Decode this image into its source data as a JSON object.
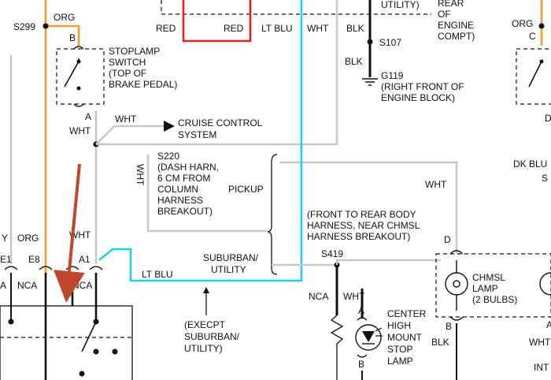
{
  "colors": {
    "orange": "#f39a33",
    "cyan": "#22cfe6",
    "red": "#e02424",
    "gray_wire": "#c8c8c8",
    "arrow": "#c0462c",
    "ink": "#111111"
  },
  "labels": {
    "s299": "S299",
    "org_top": "ORG",
    "pin_b": "B",
    "stoplamp_switch": [
      "STOPLAMP",
      "SWITCH",
      "(TOP OF",
      "BRAKE PEDAL)"
    ],
    "pin_a": "A",
    "wht_a": "WHT",
    "wht_split": "WHT",
    "cruise_control": [
      "CRUISE CONTROL",
      "SYSTEM"
    ],
    "s220": [
      "S220",
      "(DASH HARN,",
      "6 CM FROM",
      "COLUMN",
      "HARNESS",
      "BREAKOUT)"
    ],
    "wht_vertical": "WHT",
    "pickup": "PICKUP",
    "suburban_utility": [
      "SUBURBAN/",
      "UTILITY"
    ],
    "red_left": "RED",
    "red_right": "RED",
    "lt_blu_top": "LT BLU",
    "wht_top": "WHT",
    "blk_top": "BLK",
    "s107": "S107",
    "blk_mid": "BLK",
    "g119": [
      "G119",
      "(RIGHT FRONT OF",
      "ENGINE BLOCK)"
    ],
    "utility_top": "UTILITY)",
    "engine_compt": [
      "REAR",
      "OF",
      "ENGINE",
      "COMPT)"
    ],
    "org_right": "ORG",
    "pin_c": "C",
    "dk_blu": "DK BLU",
    "d_right": "D",
    "wht_right": "WHT",
    "front_to_rear": [
      "(FRONT TO REAR BODY",
      "HARNESS, NEAR CHMSL",
      "HARNESS BREAKOUT)"
    ],
    "s419": "S419",
    "pin_d": "D",
    "chmsl_lamp": [
      "CHMSL",
      "LAMP",
      "(2 BULBS)"
    ],
    "pin_b2": "B",
    "blk_lamp": "BLK",
    "nca_419": "NCA",
    "wht_419": "WHT",
    "pin_a2": "A",
    "center_lamp": [
      "CENTER",
      "HIGH",
      "MOUNT",
      "STOP",
      "LAMP"
    ],
    "pin_b3": "B",
    "except_note": [
      "(EXECPT",
      "SUBURBAN/",
      "UTILITY)"
    ],
    "lt_blu_bottom": "LT BLU",
    "y_left": "Y",
    "org_left": "ORG",
    "e1": "E1",
    "e8": "E8",
    "wht_a1": "WHT",
    "a1": "A1",
    "a_left": "A",
    "nca_left": "NCA",
    "nca_mid": "NCA",
    "a_right": "A",
    "wht_far_right": "WHT",
    "int": "INT",
    "s_partial": "S"
  }
}
